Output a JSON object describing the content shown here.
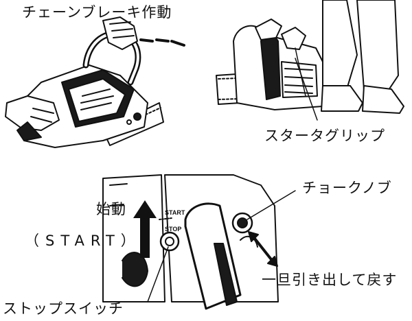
{
  "labels": {
    "chain_brake": "チェーンブレーキ作動",
    "starter_grip": "スタータグリップ",
    "choke_knob": "チョークノブ",
    "start_label": "始動",
    "start_paren": "（START）",
    "pull_return": "一旦引き出して戻す",
    "stop_switch": "ストップスイッチ"
  },
  "switch_markings": {
    "start": "START",
    "stop": "STOP"
  }
}
